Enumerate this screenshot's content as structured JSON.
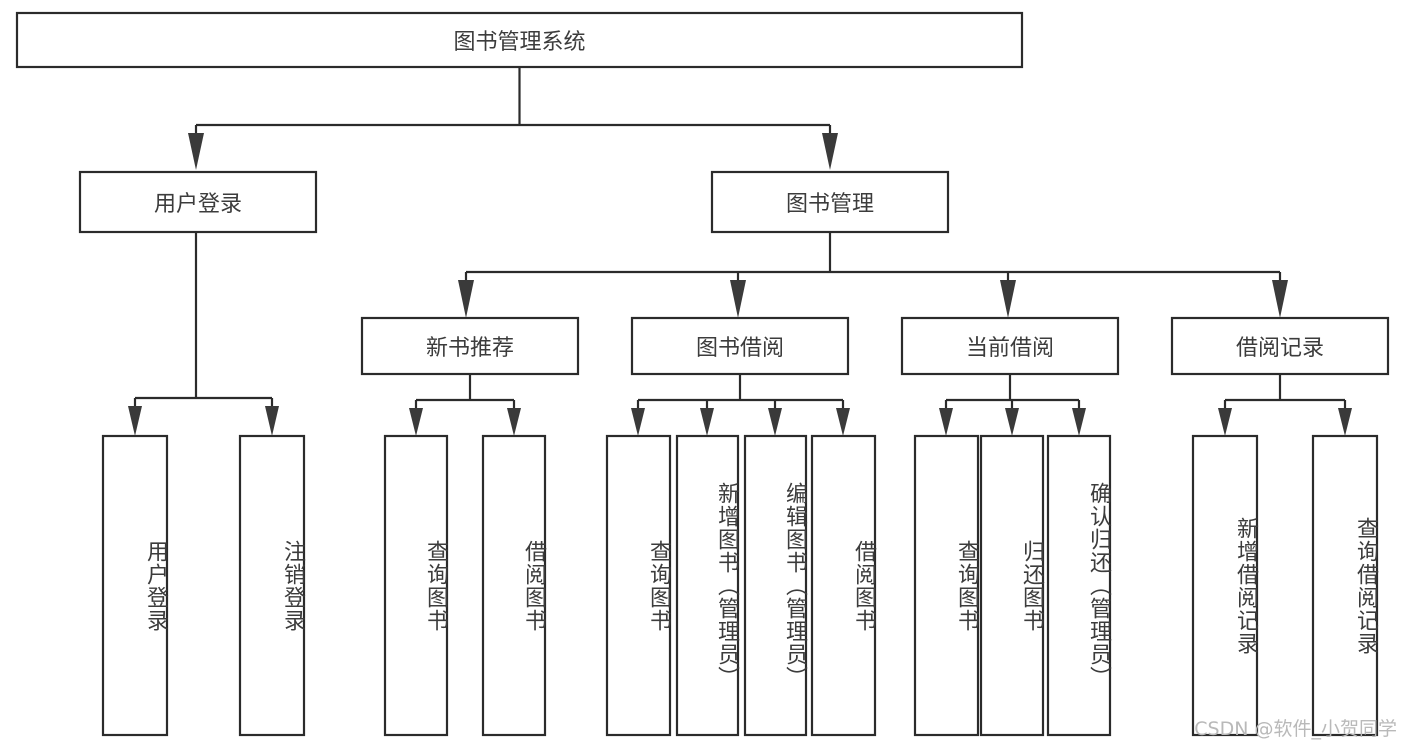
{
  "diagram": {
    "title": "图书管理系统",
    "type": "tree-hierarchy",
    "root": {
      "label": "图书管理系统"
    },
    "level2": [
      {
        "label": "用户登录"
      },
      {
        "label": "图书管理"
      }
    ],
    "level3": [
      {
        "label": "新书推荐"
      },
      {
        "label": "图书借阅"
      },
      {
        "label": "当前借阅"
      },
      {
        "label": "借阅记录"
      }
    ],
    "leaves": {
      "user_login": [
        {
          "label": "用户登录"
        },
        {
          "label": "注销登录"
        }
      ],
      "new_book_recommend": [
        {
          "label": "查询图书"
        },
        {
          "label": "借阅图书"
        }
      ],
      "book_borrow": [
        {
          "label": "查询图书"
        },
        {
          "label": "新增图书（管理员）"
        },
        {
          "label": "编辑图书（管理员）"
        },
        {
          "label": "借阅图书"
        }
      ],
      "current_borrow": [
        {
          "label": "查询图书"
        },
        {
          "label": "归还图书"
        },
        {
          "label": "确认归还（管理员）"
        }
      ],
      "borrow_record": [
        {
          "label": "新增借阅记录"
        },
        {
          "label": "查询借阅记录"
        }
      ]
    }
  },
  "watermark": {
    "text": "CSDN @软件_小贺同学"
  },
  "colors": {
    "box_stroke": "#2b2b2b",
    "box_fill": "#ffffff",
    "text": "#3c3c3c",
    "connector": "#2b2b2b",
    "background": "#ffffff",
    "watermark": "#b9b9b9"
  }
}
